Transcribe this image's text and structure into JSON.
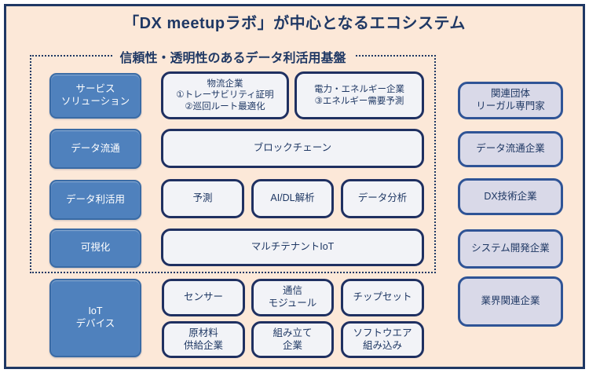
{
  "title": "「DX meetupラボ」が中心となるエコシステム",
  "platform_label": "信頼性・透明性のあるデータ利活用基盤",
  "left_layers": [
    {
      "id": "service-solution",
      "label": "サービス\nソリューション"
    },
    {
      "id": "data-distribution",
      "label": "データ流通"
    },
    {
      "id": "data-utilization",
      "label": "データ利活用"
    },
    {
      "id": "visualization",
      "label": "可視化"
    },
    {
      "id": "iot-devices",
      "label": "IoT\nデバイス"
    }
  ],
  "middle_boxes": {
    "logistics": "物流企業\n①トレーサビリティ証明\n②巡回ルート最適化",
    "energy": "電力・エネルギー企業\n③エネルギー需要予測",
    "blockchain": "ブロックチェーン",
    "prediction": "予測",
    "ai_dl": "AI/DL解析",
    "data_analysis": "データ分析",
    "multitenant_iot": "マルチテナントIoT",
    "sensor": "センサー",
    "comm_module": "通信\nモジュール",
    "chipset": "チップセット",
    "raw_materials": "原材料\n供給企業",
    "assembly": "組み立て\n企業",
    "software": "ソフトウエア\n組み込み"
  },
  "right_partners": [
    {
      "id": "legal",
      "label": "関連団体\nリーガル専門家"
    },
    {
      "id": "data-distribution-companies",
      "label": "データ流通企業"
    },
    {
      "id": "dx-tech-companies",
      "label": "DX技術企業"
    },
    {
      "id": "system-dev-companies",
      "label": "システム開発企業"
    },
    {
      "id": "industry-companies",
      "label": "業界関連企業"
    }
  ],
  "colors": {
    "background": "#fce8d8",
    "frame_border": "#1f3864",
    "blue_fill": "#4f81bd",
    "blue_border": "#3a6ba5",
    "white_box_fill": "#f2f3f7",
    "white_box_border": "#1f3061",
    "lavender_fill": "#d9d9e8",
    "lavender_border": "#2f5496",
    "text_navy": "#1f3864"
  }
}
